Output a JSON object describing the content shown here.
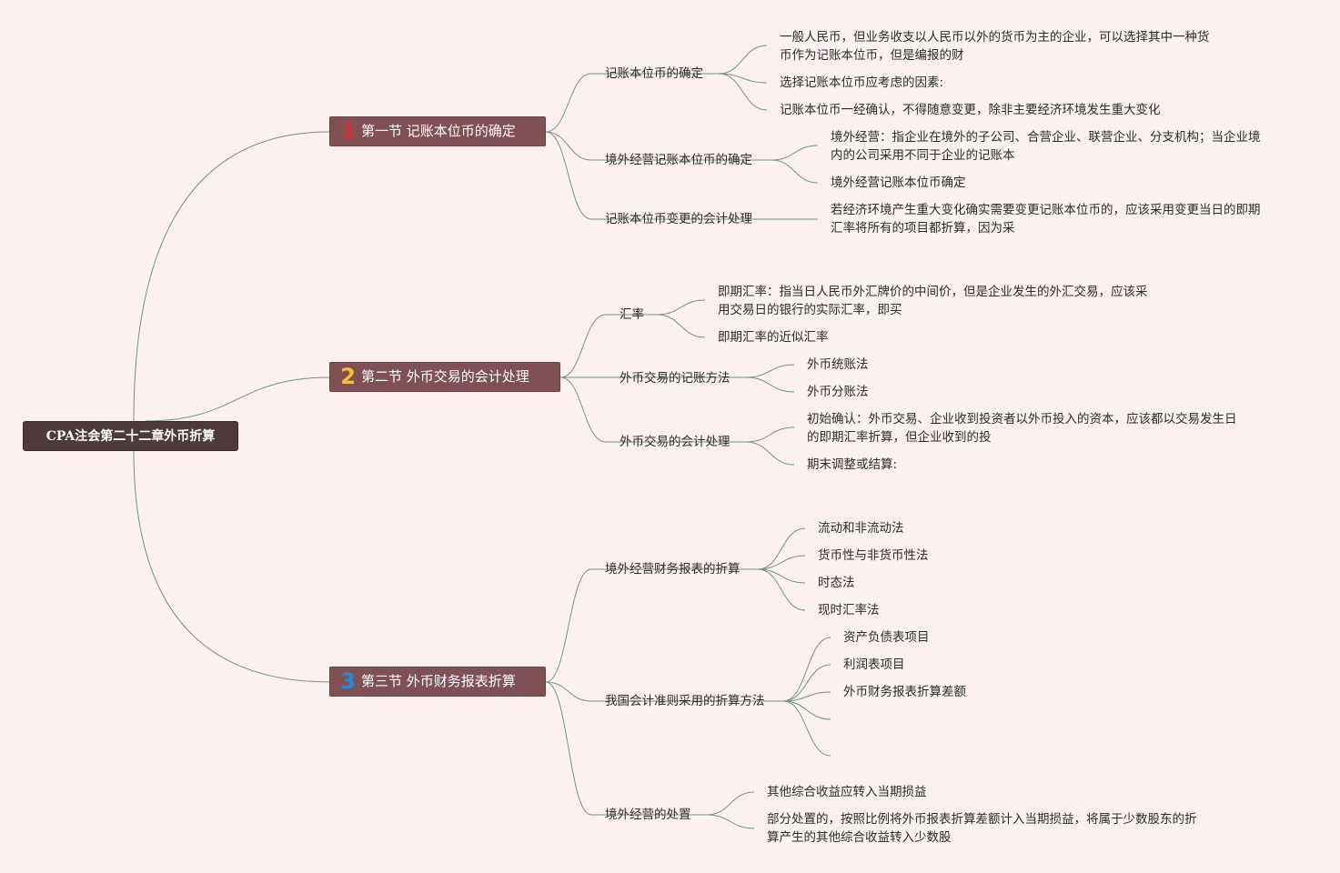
{
  "colors": {
    "background": "#fdf0f0",
    "root_fill": "#4e393b",
    "section_fill": "#805154",
    "line": "#6f9486",
    "num_1": "#d92b3a",
    "num_2": "#f2c231",
    "num_3": "#2f86d6"
  },
  "root": {
    "label": "CPA注会第二十二章外币折算"
  },
  "sections": [
    {
      "num": "1",
      "label": "第一节 记账本位币的确定",
      "children": [
        {
          "label": "记账本位币的确定",
          "children": [
            [
              "一般人民币，但业务收支以人民币以外的货币为主的企业，可以选择其中一种货",
              "币作为记账本位币，但是编报的财"
            ],
            [
              "选择记账本位币应考虑的因素:"
            ],
            [
              "记账本位币一经确认，不得随意变更，除非主要经济环境发生重大变化"
            ]
          ]
        },
        {
          "label": "境外经营记账本位币的确定",
          "children": [
            [
              "境外经营：指企业在境外的子公司、合营企业、联营企业、分支机构；当企业境",
              "内的公司采用不同于企业的记账本"
            ],
            [
              "境外经营记账本位币确定"
            ]
          ]
        },
        {
          "label": "记账本位币变更的会计处理",
          "children": [
            [
              "若经济环境产生重大变化确实需要变更记账本位币的，应该采用变更当日的即期",
              "汇率将所有的项目都折算，因为采"
            ]
          ]
        }
      ]
    },
    {
      "num": "2",
      "label": "第二节 外币交易的会计处理",
      "children": [
        {
          "label": "汇率",
          "children": [
            [
              "即期汇率：指当日人民币外汇牌价的中间价，但是企业发生的外汇交易，应该采",
              "用交易日的银行的实际汇率，即买"
            ],
            [
              "即期汇率的近似汇率"
            ]
          ]
        },
        {
          "label": "外币交易的记账方法",
          "children": [
            [
              "外币统账法"
            ],
            [
              "外币分账法"
            ]
          ]
        },
        {
          "label": "外币交易的会计处理",
          "children": [
            [
              "初始确认：外币交易、企业收到投资者以外币投入的资本，应该都以交易发生日",
              "的即期汇率折算，但企业收到的投"
            ],
            [
              "期末调整或结算:"
            ]
          ]
        }
      ]
    },
    {
      "num": "3",
      "label": "第三节 外币财务报表折算",
      "children": [
        {
          "label": "境外经营财务报表的折算",
          "children": [
            [
              "流动和非流动法"
            ],
            [
              "货币性与非货币性法"
            ],
            [
              "时态法"
            ],
            [
              "现时汇率法"
            ]
          ]
        },
        {
          "label": "我国会计准则采用的折算方法",
          "children": [
            [
              "资产负债表项目"
            ],
            [
              "利润表项目"
            ],
            [
              "外币财务报表折算差额"
            ],
            [],
            []
          ]
        },
        {
          "label": "境外经营的处置",
          "children": [
            [
              "其他综合收益应转入当期损益"
            ],
            [
              "部分处置的，按照比例将外币报表折算差额计入当期损益，将属于少数股东的折",
              "算产生的其他综合收益转入少数股"
            ]
          ]
        }
      ]
    }
  ]
}
